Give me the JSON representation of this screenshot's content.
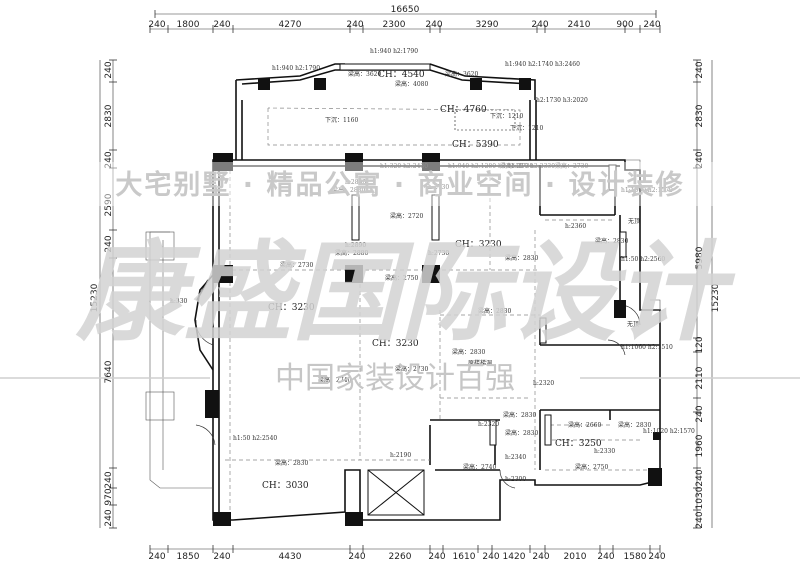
{
  "overall_dimension": "16650",
  "top_dims": [
    "240",
    "1800",
    "240",
    "4270",
    "240",
    "2300",
    "240",
    "3290",
    "240",
    "2410",
    "900",
    "240"
  ],
  "bottom_dims": [
    "240",
    "1850",
    "240",
    "4430",
    "240",
    "2260",
    "240",
    "1610",
    "240",
    "1420",
    "240",
    "2010",
    "240",
    "1580",
    "240"
  ],
  "left_dims": [
    "240",
    "2830",
    "240",
    "2590",
    "240",
    "15230",
    "7640",
    "240",
    "970",
    "240"
  ],
  "right_dims": [
    "240",
    "2830",
    "240",
    "5980",
    "15230",
    "120",
    "2110",
    "240",
    "1960",
    "240",
    "1030",
    "240"
  ],
  "ceiling_heights": [
    "CH：4540",
    "CH：4760",
    "CH：5390",
    "CH：3230",
    "CH：3230",
    "CH：3230",
    "CH：3030",
    "CH：3250"
  ],
  "annotations": [
    "h1:940 h2:1790",
    "h1:940 h2:1790",
    "h1:940 h2:1740 h3:2460",
    "h2:1730 h3:2020",
    "梁高：3620",
    "梁高：3620",
    "梁高：4080",
    "下沉：1160",
    "下沉：1210",
    "下沉：1210",
    "h1:320 h2:2430",
    "h1:940 h2:1280 h3:1510",
    "h1:210 h2:2330",
    "梁高：2730",
    "梁高：2730",
    "h:2890",
    "h:2730",
    "梁高：2880",
    "梁高：2720",
    "h:2890",
    "梁高：2880",
    "h:2730",
    "梁高：2730",
    "梁高：2750",
    "梁高：2830",
    "梁高：2830",
    "h1:1000 h2:1570",
    "无顶",
    "h:2360",
    "梁高：2830",
    "h1:50 h2:2560",
    "h:330",
    "原楼梯洞",
    "梁高：2830",
    "梁高：2730",
    "梁高：2740",
    "h1:1060 h2:1510",
    "h:2320",
    "梁高：2830",
    "梁高：2660",
    "梁高：2830",
    "h1:1020 h2:1570",
    "h:2320",
    "梁高：2830",
    "h:2340",
    "h:2330",
    "梁高：2740",
    "梁高：2750",
    "h:2190",
    "h:2300",
    "梁高：2830",
    "h1:50 h2:2540",
    "无顶"
  ],
  "watermark": {
    "slogan": "大宅别墅 · 精品公寓 · 商业空间 · 设计装修",
    "brand": "康盛国际设计",
    "subtitle": "中国家装设计百强"
  }
}
